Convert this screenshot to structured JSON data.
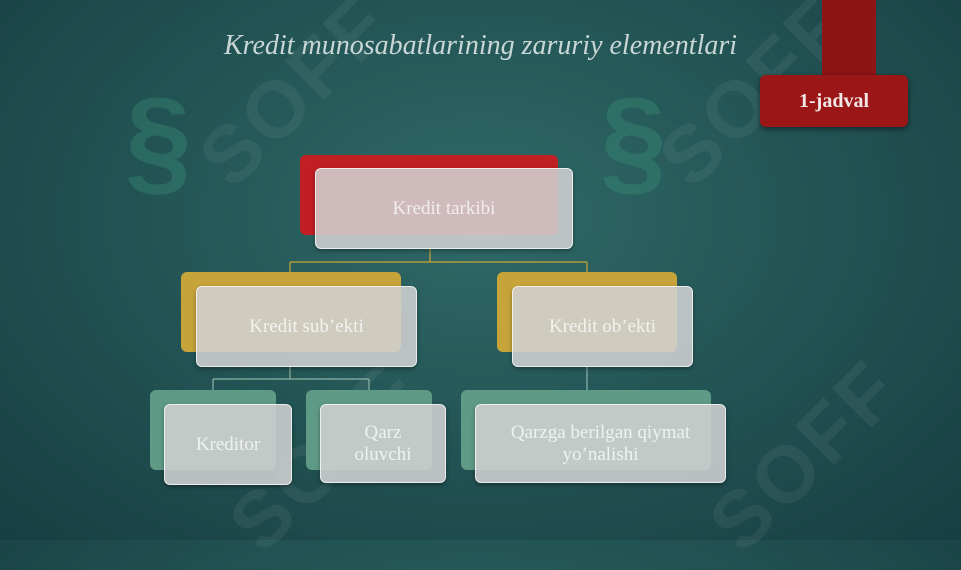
{
  "title": "Kredit munosabatlarining zaruriy elementlari",
  "tag": "1-jadval",
  "watermark": "SOFF",
  "diagram": {
    "root": "Kredit tarkibi",
    "subject": "Kredit sub’ekti",
    "object": "Kredit ob’ekti",
    "creditor": "Kreditor",
    "borrower": "Qarz oluvchi",
    "purpose": "Qarzga berilgan qiymat yo’nalishi"
  },
  "colors": {
    "root_accent": "#c01f24",
    "level2_accent": "#c7a43a",
    "level3_accent": "#5f9a86",
    "tag": "#9b1717"
  }
}
